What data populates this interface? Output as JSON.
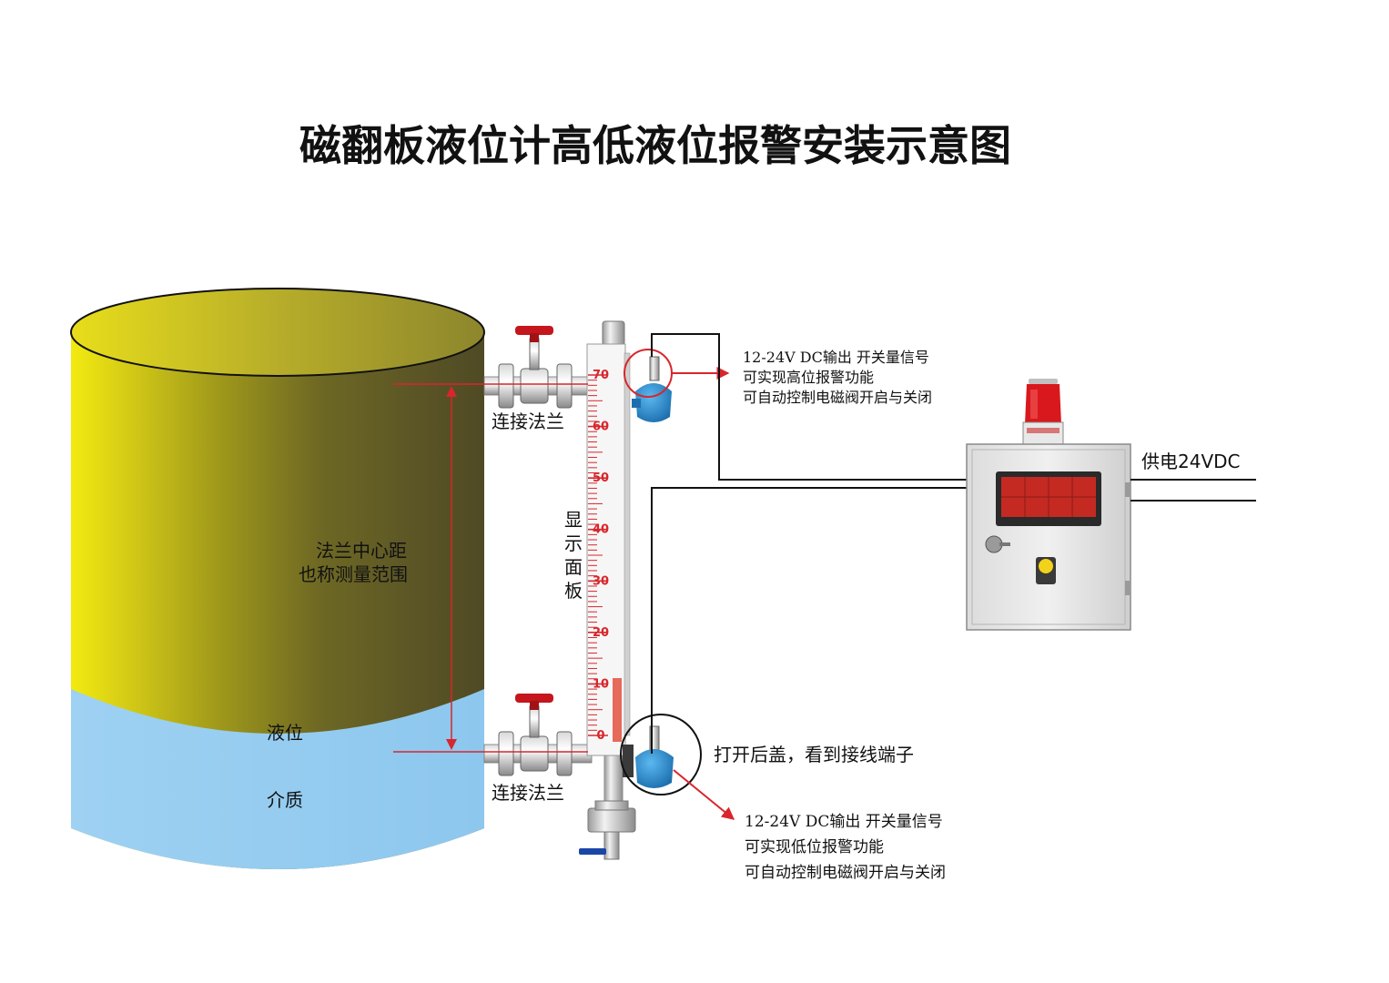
{
  "title": "磁翻板液位计高低液位报警安装示意图",
  "labels": {
    "flange_top": "连接法兰",
    "flange_bottom": "连接法兰",
    "center_distance_line1": "法兰中心距",
    "center_distance_line2": "也称测量范围",
    "liquid_level": "液位",
    "medium": "介质",
    "display_panel": [
      "显",
      "示",
      "面",
      "板"
    ],
    "open_cover": "打开后盖，看到接线端子",
    "power_supply": "供电24VDC"
  },
  "high_switch_note": [
    "12-24V DC输出 开关量信号",
    "可实现高位报警功能",
    "可自动控制电磁阀开启与关闭"
  ],
  "low_switch_note": [
    "12-24V DC输出 开关量信号",
    "可实现低位报警功能",
    "可自动控制电磁阀开启与关闭"
  ],
  "scale": [
    "70",
    "60",
    "50",
    "40",
    "30",
    "20",
    "10",
    "0"
  ],
  "colors": {
    "tank_liquid_top": "#f2ea12",
    "tank_liquid_bottom": "#5a5426",
    "medium_water": "#97cdf0",
    "annotation_red": "#d8262c",
    "switch_blue": "#2f8fd0",
    "alarm_lamp_red": "#d8181c",
    "display_red": "#c42a22"
  }
}
